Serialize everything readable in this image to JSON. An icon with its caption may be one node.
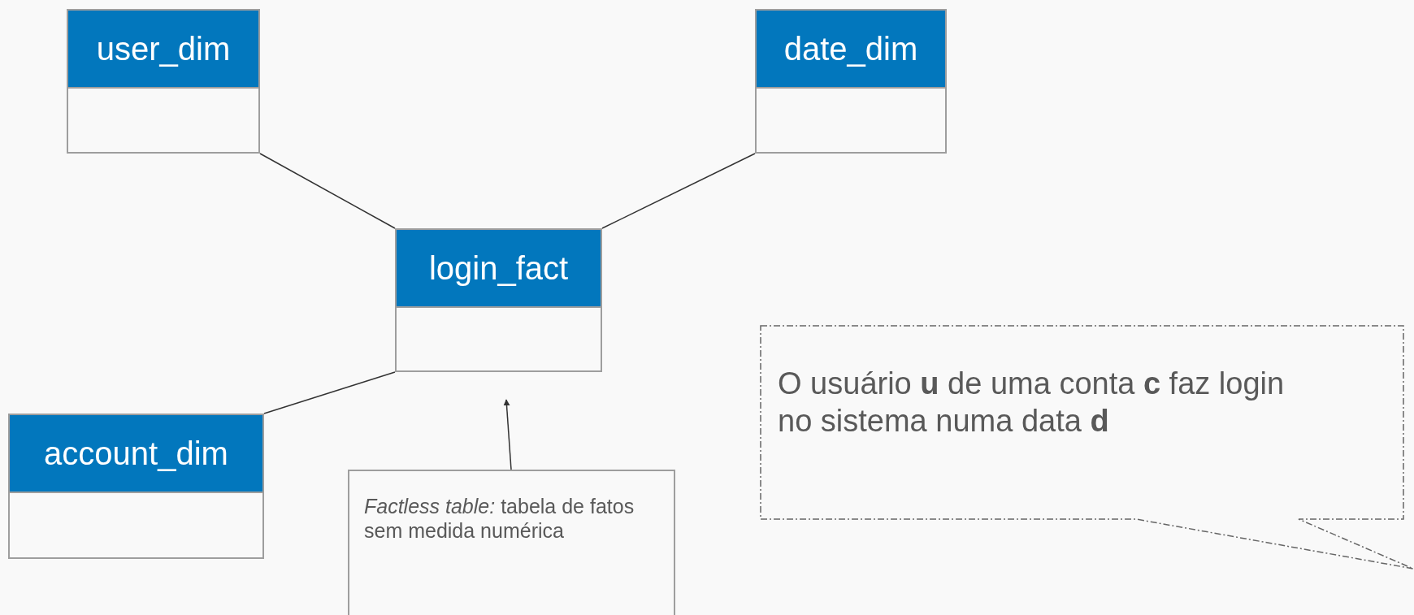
{
  "diagram": {
    "nodes": [
      {
        "text": [
          "user_dim"
        ]
      },
      {
        "text": [
          "date_dim"
        ]
      },
      {
        "text": [
          "login_fact"
        ]
      },
      {
        "text": [
          "account_dim"
        ]
      },
      {
        "text": [
          "*Factless table:* tabela de fatos sem medida numérica"
        ]
      },
      {
        "text": [
          "O usuário **u** de uma conta **c** faz login no sistema numa data **d**"
        ]
      }
    ],
    "edges": [
      {
        "from": 0,
        "to": 2,
        "arrow": "none"
      },
      {
        "from": 1,
        "to": 2,
        "arrow": "none"
      },
      {
        "from": 3,
        "to": 2,
        "arrow": "none"
      },
      {
        "from": 4,
        "to": 2,
        "arrow": "to"
      }
    ]
  }
}
